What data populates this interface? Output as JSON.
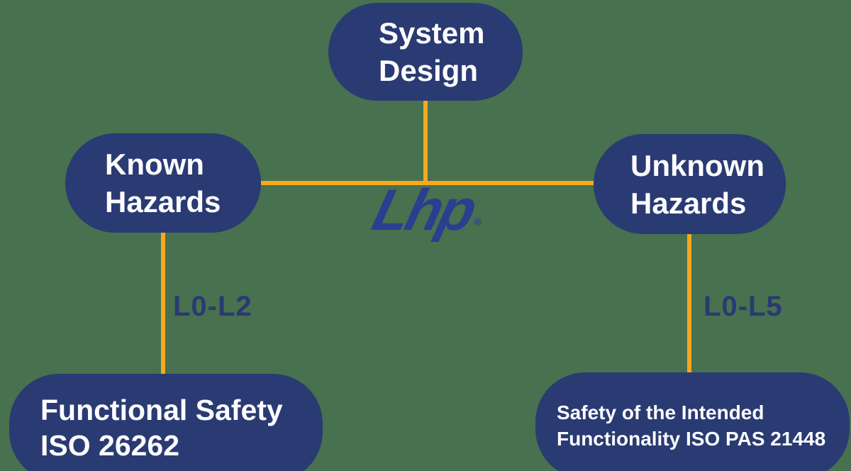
{
  "colors": {
    "background": "#47714F",
    "node_fill": "#2A3A72",
    "node_text": "#FCFCFF",
    "connector": "#F6A81F",
    "level_label": "#2A3A70",
    "logo": "#2B3E90"
  },
  "diagram": {
    "nodes": {
      "system_design": {
        "lines": [
          "System",
          "Design"
        ]
      },
      "known_hazards": {
        "lines": [
          "Known",
          "Hazards"
        ]
      },
      "unknown_hazards": {
        "lines": [
          "Unknown",
          "Hazards"
        ]
      },
      "functional_safety": {
        "lines": [
          "Functional Safety",
          "ISO 26262"
        ]
      },
      "sotif": {
        "lines": [
          "Safety of the Intended",
          "Functionality ISO PAS 21448"
        ]
      }
    },
    "edge_labels": {
      "left": "L0-L2",
      "right": "L0-L5"
    },
    "logo": {
      "text": "Lhp",
      "registered": "®"
    }
  }
}
